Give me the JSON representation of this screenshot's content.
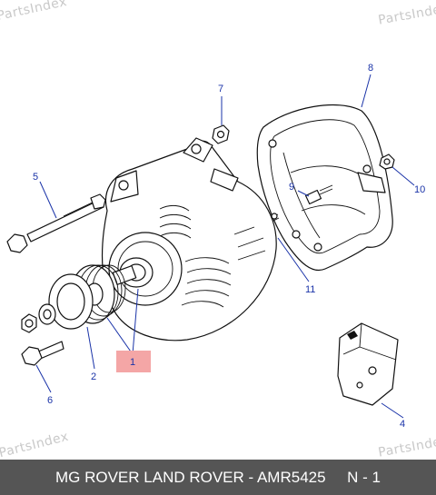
{
  "watermarks": {
    "top_left": "PartsIndex",
    "top_right": "PartsIndex",
    "bottom_left": "PartsIndex",
    "bottom_right": "PartsIndex"
  },
  "callouts": {
    "c1": "1",
    "c2": "2",
    "c4": "4",
    "c5": "5",
    "c6": "6",
    "c7": "7",
    "c8": "8",
    "c9": "9",
    "c10": "10",
    "c11": "11"
  },
  "highlight": {
    "label": "1",
    "color": "#f4a6a6"
  },
  "footer": {
    "caption": "MG ROVER LAND ROVER - AMR5425     N - 1"
  },
  "colors": {
    "callout": "#1a33a8",
    "footer_bg": "#555555",
    "footer_text": "#ffffff",
    "watermark": "#c9c9c9"
  }
}
